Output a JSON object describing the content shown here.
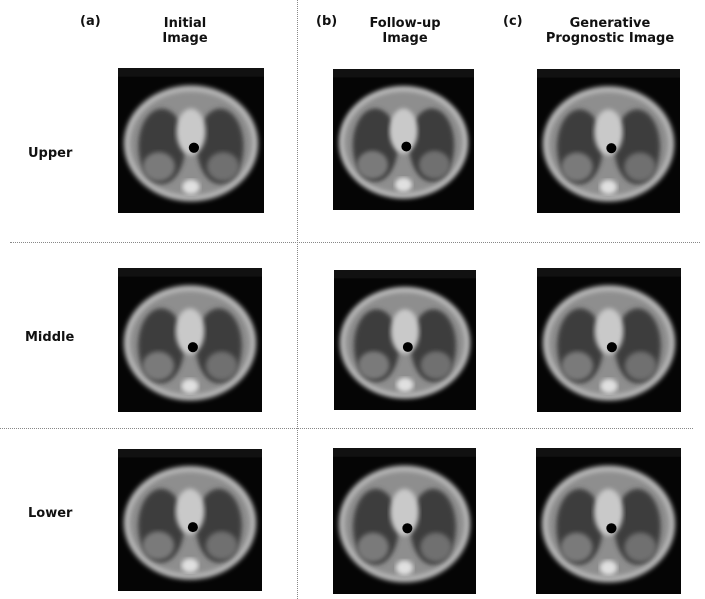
{
  "columns": [
    {
      "panel": "(a)",
      "title_line1": "Initial",
      "title_line2": "Image"
    },
    {
      "panel": "(b)",
      "title_line1": "Follow-up",
      "title_line2": "Image"
    },
    {
      "panel": "(c)",
      "title_line1": "Generative",
      "title_line2": "Prognostic Image"
    }
  ],
  "rows": [
    {
      "label": "Upper"
    },
    {
      "label": "Middle"
    },
    {
      "label": "Lower"
    }
  ],
  "colors": {
    "background": "#ffffff",
    "divider": "#888888",
    "scan_background": "#000000",
    "body_tissue": "#9a9a9a",
    "lung_field": "#3a3a3a"
  }
}
